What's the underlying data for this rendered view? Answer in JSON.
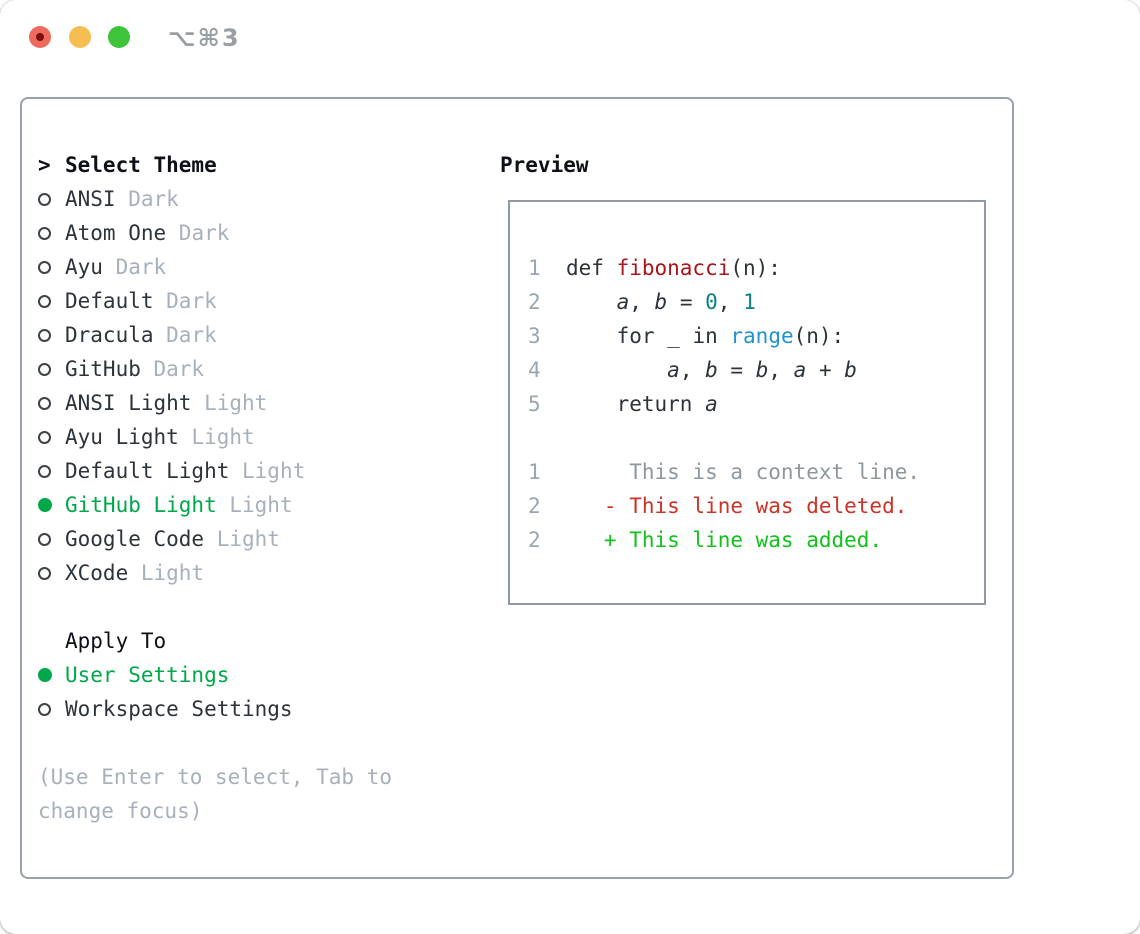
{
  "titlebar": {
    "title": "⌥⌘3"
  },
  "theme_picker": {
    "header_marker": ">",
    "header": "Select Theme",
    "items": [
      {
        "name": "ANSI",
        "badge": "Dark",
        "selected": false
      },
      {
        "name": "Atom One",
        "badge": "Dark",
        "selected": false
      },
      {
        "name": "Ayu",
        "badge": "Dark",
        "selected": false
      },
      {
        "name": "Default",
        "badge": "Dark",
        "selected": false
      },
      {
        "name": "Dracula",
        "badge": "Dark",
        "selected": false
      },
      {
        "name": "GitHub",
        "badge": "Dark",
        "selected": false
      },
      {
        "name": "ANSI Light",
        "badge": "Light",
        "selected": false
      },
      {
        "name": "Ayu Light",
        "badge": "Light",
        "selected": false
      },
      {
        "name": "Default Light",
        "badge": "Light",
        "selected": false
      },
      {
        "name": "GitHub Light",
        "badge": "Light",
        "selected": true
      },
      {
        "name": "Google Code",
        "badge": "Light",
        "selected": false
      },
      {
        "name": "XCode",
        "badge": "Light",
        "selected": false
      }
    ],
    "apply_to": {
      "header": "Apply To",
      "options": [
        {
          "name": "User Settings",
          "selected": true
        },
        {
          "name": "Workspace Settings",
          "selected": false
        }
      ]
    },
    "hints": [
      "(Use Enter to select, Tab to",
      "change focus)"
    ]
  },
  "preview": {
    "title": "Preview",
    "code_lines": [
      {
        "num": "1",
        "tokens": [
          {
            "t": "def ",
            "c": "kw"
          },
          {
            "t": "fibonacci",
            "c": "fn"
          },
          {
            "t": "(n):",
            "c": "pl"
          }
        ]
      },
      {
        "num": "2",
        "tokens": [
          {
            "t": "    ",
            "c": "pl"
          },
          {
            "t": "a",
            "c": "var"
          },
          {
            "t": ", ",
            "c": "pl"
          },
          {
            "t": "b",
            "c": "var"
          },
          {
            "t": " = ",
            "c": "pl"
          },
          {
            "t": "0",
            "c": "num"
          },
          {
            "t": ", ",
            "c": "pl"
          },
          {
            "t": "1",
            "c": "num"
          }
        ]
      },
      {
        "num": "3",
        "tokens": [
          {
            "t": "    ",
            "c": "pl"
          },
          {
            "t": "for ",
            "c": "kw"
          },
          {
            "t": "_ ",
            "c": "pl"
          },
          {
            "t": "in ",
            "c": "kw"
          },
          {
            "t": "range",
            "c": "builtin"
          },
          {
            "t": "(n):",
            "c": "pl"
          }
        ]
      },
      {
        "num": "4",
        "tokens": [
          {
            "t": "        ",
            "c": "pl"
          },
          {
            "t": "a",
            "c": "var"
          },
          {
            "t": ", ",
            "c": "pl"
          },
          {
            "t": "b",
            "c": "var"
          },
          {
            "t": " = ",
            "c": "pl"
          },
          {
            "t": "b",
            "c": "var"
          },
          {
            "t": ", ",
            "c": "pl"
          },
          {
            "t": "a",
            "c": "var"
          },
          {
            "t": " + ",
            "c": "pl"
          },
          {
            "t": "b",
            "c": "var"
          }
        ]
      },
      {
        "num": "5",
        "tokens": [
          {
            "t": "    ",
            "c": "pl"
          },
          {
            "t": "return ",
            "c": "kw"
          },
          {
            "t": "a",
            "c": "var"
          }
        ]
      }
    ],
    "diff_lines": [
      {
        "num": "1",
        "marker": " ",
        "text": "This is a context line.",
        "kind": "context"
      },
      {
        "num": "2",
        "marker": "-",
        "text": "This line was deleted.",
        "kind": "deleted"
      },
      {
        "num": "2",
        "marker": "+",
        "text": "This line was added.",
        "kind": "added"
      }
    ]
  },
  "colors": {
    "accent_green": "#00a84b",
    "diff_added": "#12c21c",
    "diff_deleted": "#cb3327",
    "diff_context": "#8f979e",
    "syntax_function": "#a8151c",
    "syntax_number": "#0d8080",
    "syntax_builtin": "#2093ce",
    "syntax_plain": "#2d333a",
    "line_number": "#9aa5b1",
    "muted": "#a7b0bb",
    "panel_border": "#99a2ac",
    "preview_border": "#8f98a3",
    "traffic_red": "#ee6a5f",
    "traffic_yellow": "#f6bd50",
    "traffic_green": "#3ec43a"
  }
}
